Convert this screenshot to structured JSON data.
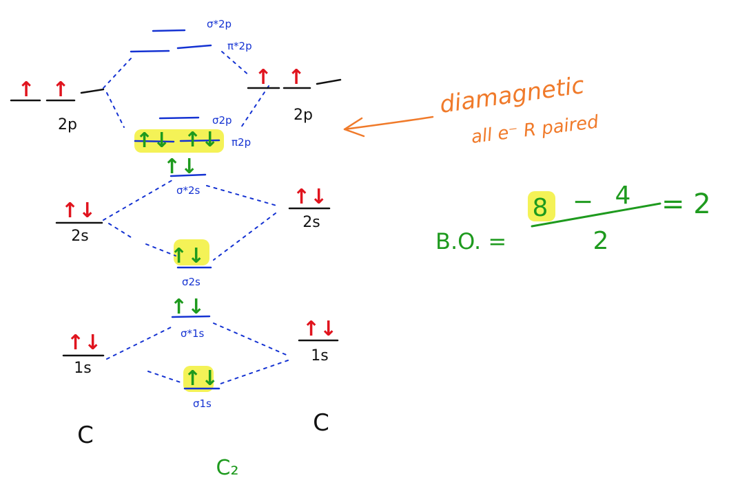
{
  "colors": {
    "black": "#111111",
    "red": "#e0141e",
    "blue": "#1432d2",
    "green": "#1e9a1e",
    "orange": "#f07a2a",
    "highlight": "#f2f03a"
  },
  "atoms": {
    "left": "C",
    "right": "C",
    "molecule": "C₂"
  },
  "atomic_orbitals": {
    "p_2p": "2p",
    "s_2s": "2s",
    "s_1s": "1s"
  },
  "molecular_orbitals": {
    "sigma_star_2p": "σ*2p",
    "pi_star_2p": "π*2p",
    "sigma_2p": "σ2p",
    "pi_2p": "π2p",
    "sigma_star_2s": "σ*2s",
    "sigma_2s": "σ2s",
    "sigma_star_1s": "σ*1s",
    "sigma_1s": "σ1s"
  },
  "electrons": {
    "single_up": "↑",
    "paired": "↑↓"
  },
  "annotation": {
    "line1": "diamagnetic",
    "line2": "all e⁻ R paired"
  },
  "bond_order": {
    "label": "B.O. =",
    "numerator_bonding": "8",
    "minus": "−",
    "numerator_antibonding": "4",
    "denominator": "2",
    "result": "= 2"
  }
}
